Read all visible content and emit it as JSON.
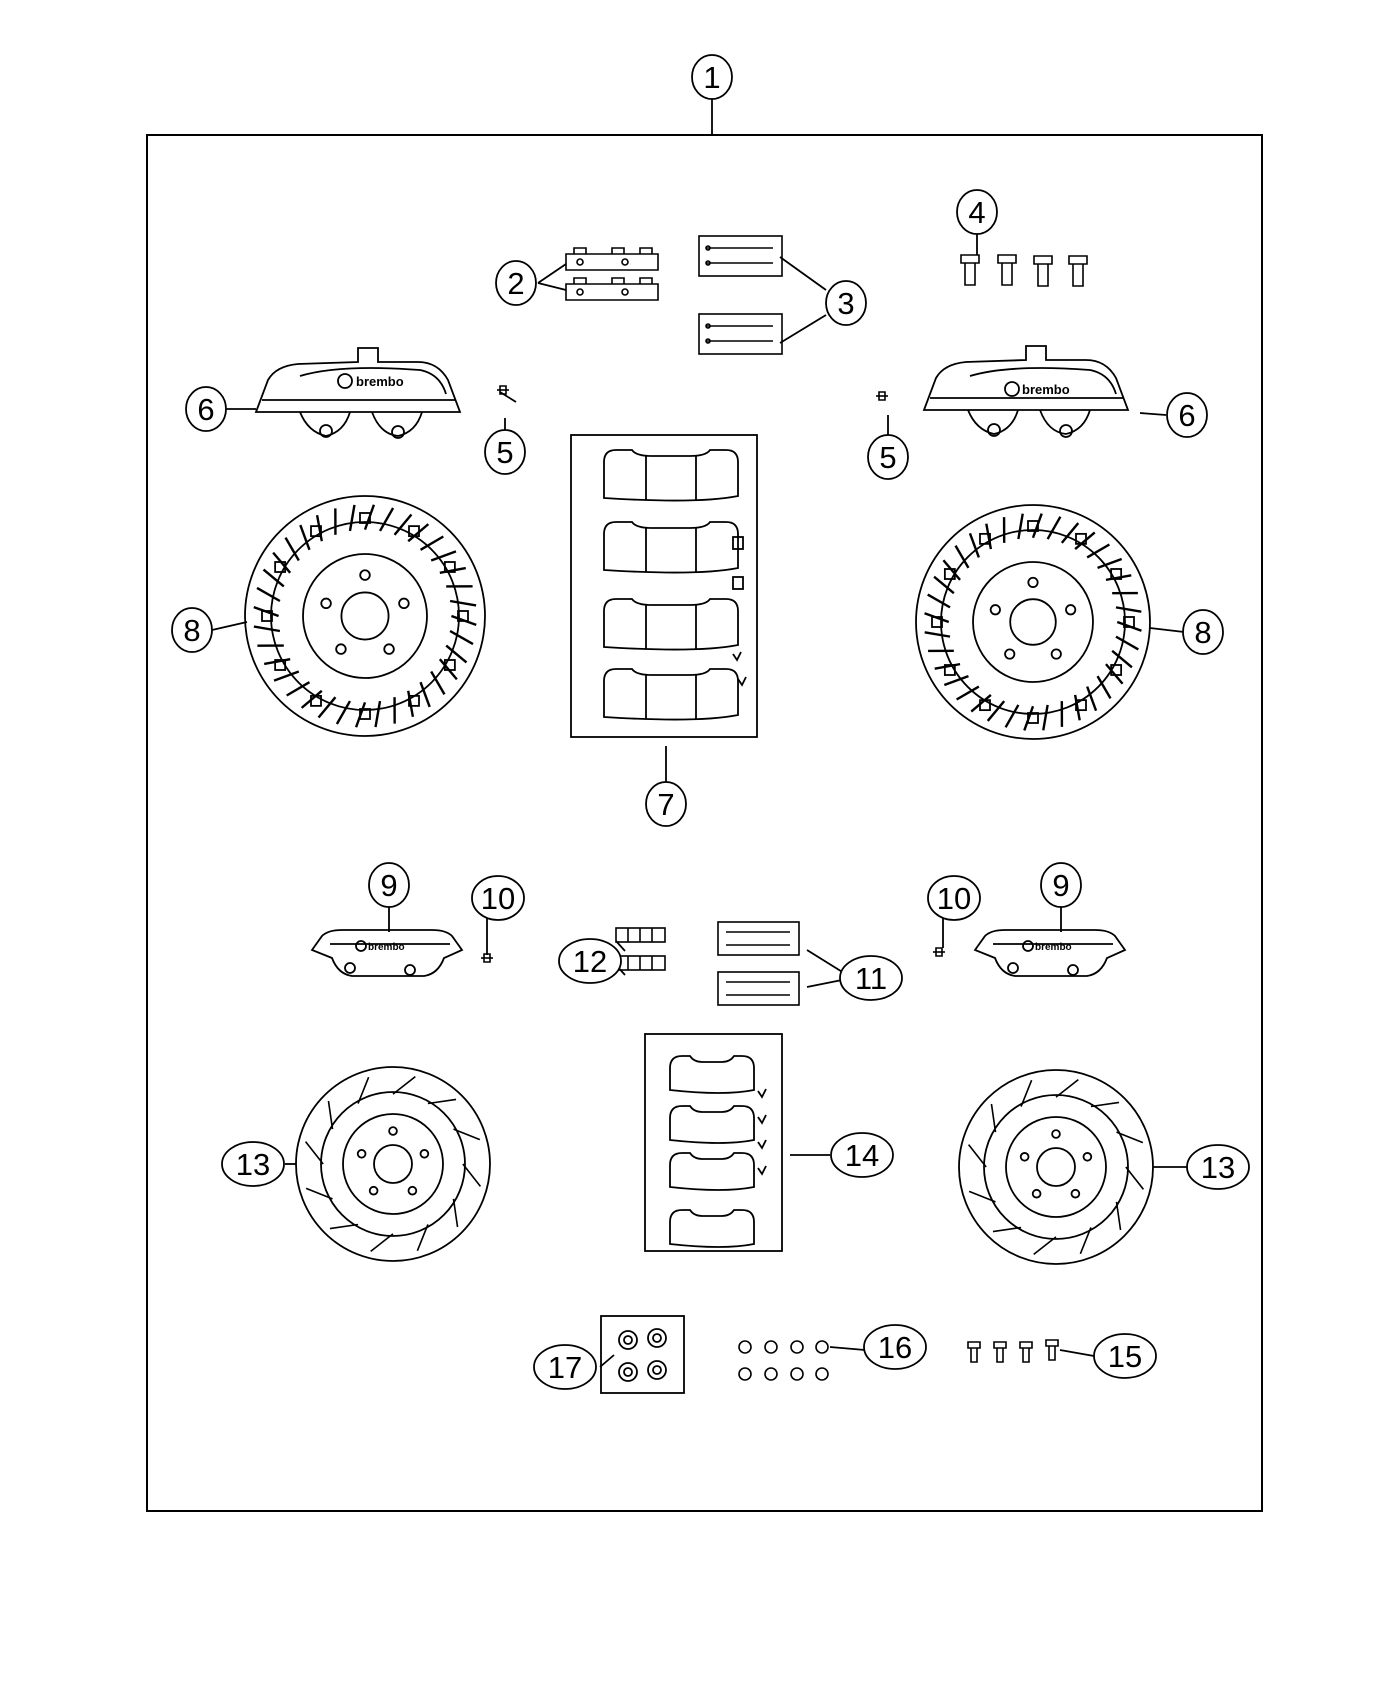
{
  "diagram": {
    "brand_mark": "brembo",
    "callouts": [
      {
        "id": "c1",
        "label": "1"
      },
      {
        "id": "c2",
        "label": "2"
      },
      {
        "id": "c3",
        "label": "3"
      },
      {
        "id": "c4",
        "label": "4"
      },
      {
        "id": "c5a",
        "label": "5"
      },
      {
        "id": "c5b",
        "label": "5"
      },
      {
        "id": "c6a",
        "label": "6"
      },
      {
        "id": "c6b",
        "label": "6"
      },
      {
        "id": "c7",
        "label": "7"
      },
      {
        "id": "c8a",
        "label": "8"
      },
      {
        "id": "c8b",
        "label": "8"
      },
      {
        "id": "c9a",
        "label": "9"
      },
      {
        "id": "c9b",
        "label": "9"
      },
      {
        "id": "c10a",
        "label": "10"
      },
      {
        "id": "c10b",
        "label": "10"
      },
      {
        "id": "c11",
        "label": "11"
      },
      {
        "id": "c12",
        "label": "12"
      },
      {
        "id": "c13a",
        "label": "13"
      },
      {
        "id": "c13b",
        "label": "13"
      },
      {
        "id": "c14",
        "label": "14"
      },
      {
        "id": "c15",
        "label": "15"
      },
      {
        "id": "c16",
        "label": "16"
      },
      {
        "id": "c17",
        "label": "17"
      }
    ]
  }
}
